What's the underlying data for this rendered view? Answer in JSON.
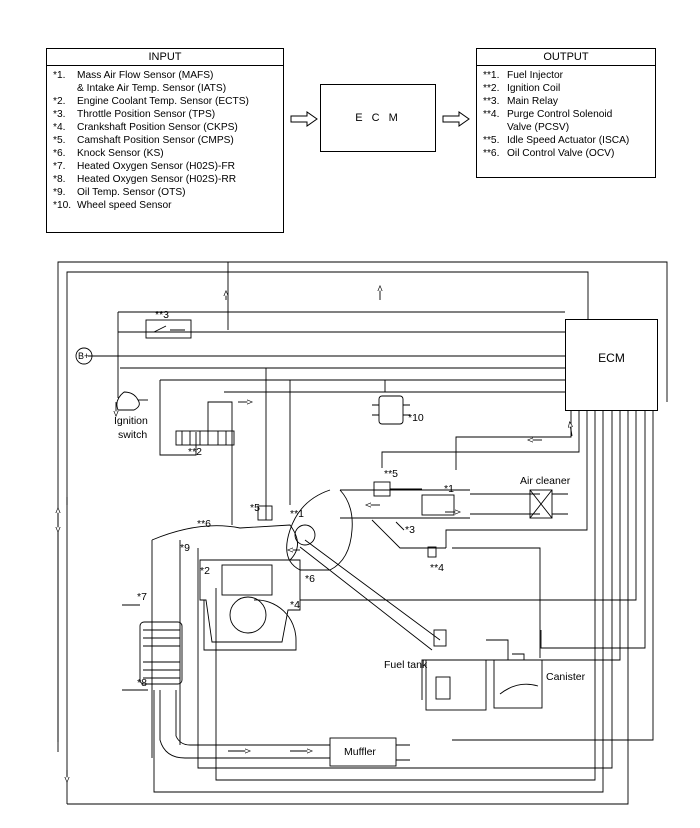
{
  "input_box": {
    "title": "INPUT",
    "items": [
      {
        "code": "*1.",
        "text": "Mass Air Flow Sensor (MAFS)"
      },
      {
        "code": "",
        "text": "& Intake Air Temp. Sensor (IATS)"
      },
      {
        "code": "*2.",
        "text": "Engine Coolant Temp. Sensor (ECTS)"
      },
      {
        "code": "*3.",
        "text": "Throttle Position Sensor (TPS)"
      },
      {
        "code": "*4.",
        "text": "Crankshaft Position Sensor (CKPS)"
      },
      {
        "code": "*5.",
        "text": "Camshaft Position Sensor (CMPS)"
      },
      {
        "code": "*6.",
        "text": "Knock Sensor (KS)"
      },
      {
        "code": "*7.",
        "text": "Heated Oxygen Sensor (H02S)-FR"
      },
      {
        "code": "*8.",
        "text": "Heated Oxygen Sensor (H02S)-RR"
      },
      {
        "code": "*9.",
        "text": "Oil Temp. Sensor (OTS)"
      },
      {
        "code": "*10.",
        "text": "Wheel speed Sensor"
      }
    ]
  },
  "ecm_box": {
    "label": "E C M"
  },
  "output_box": {
    "title": "OUTPUT",
    "items": [
      {
        "code": "**1.",
        "text": "Fuel Injector"
      },
      {
        "code": "**2.",
        "text": "Ignition Coil"
      },
      {
        "code": "**3.",
        "text": "Main Relay"
      },
      {
        "code": "**4.",
        "text": "Purge Control Solenoid"
      },
      {
        "code": "",
        "text": "Valve (PCSV)"
      },
      {
        "code": "**5.",
        "text": "Idle Speed Actuator (ISCA)"
      },
      {
        "code": "**6.",
        "text": "Oil Control Valve (OCV)"
      }
    ]
  },
  "schematic": {
    "ecm_label": "ECM",
    "battery_label": "B+",
    "ignition_label_1": "Ignition",
    "ignition_label_2": "switch",
    "air_cleaner_label": "Air cleaner",
    "fuel_tank_label": "Fuel tank",
    "canister_label": "Canister",
    "muffler_label": "Muffler",
    "callouts": {
      "relay": "**3",
      "coil": "**2",
      "wheel": "*10",
      "isca": "**5",
      "mafs": "*1",
      "tps": "*3",
      "pcsv": "**4",
      "cmps": "*5",
      "injector": "**1",
      "ocv": "**6",
      "ots": "*9",
      "ects": "*2",
      "ks": "*6",
      "ckps": "*4",
      "o2_front": "*7",
      "o2_rear": "*8"
    }
  }
}
